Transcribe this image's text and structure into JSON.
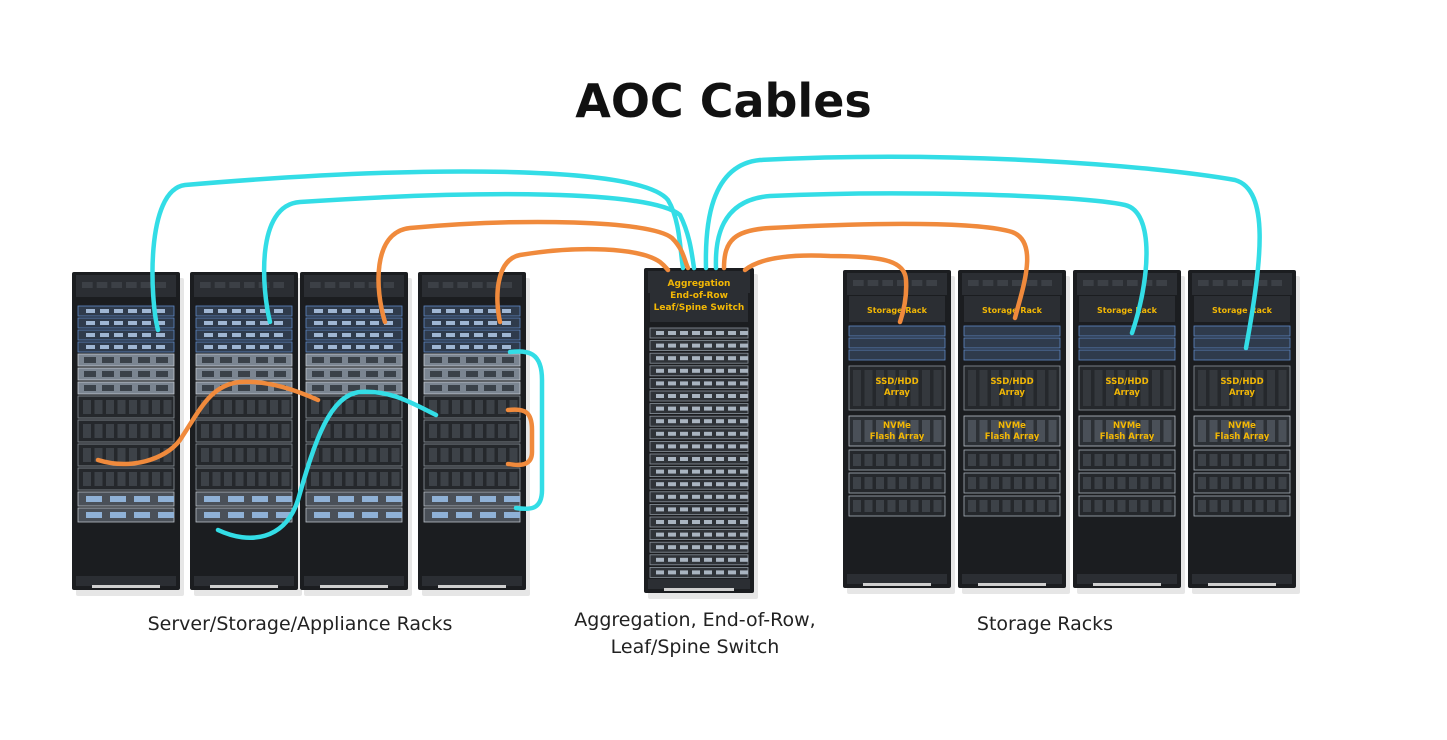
{
  "title": "AOC Cables",
  "captions": {
    "server_racks": "Server/Storage/Appliance Racks",
    "switch_line1": "Aggregation, End-of-Row,",
    "switch_line2": "Leaf/Spine Switch",
    "storage_racks": "Storage Racks"
  },
  "switch_label": [
    "Aggregation",
    "End-of-Row",
    "Leaf/Spine Switch"
  ],
  "storage_rack_label": "Storage Rack",
  "array_labels": {
    "ssd": [
      "SSD/HDD",
      "Array"
    ],
    "nvme": [
      "NVMe",
      "Flash Array"
    ]
  },
  "colors": {
    "cable_cyan": "#33dde6",
    "cable_orange": "#f08a3c",
    "rack_body": "#1b1d20",
    "label_yellow": "#f2b705"
  }
}
